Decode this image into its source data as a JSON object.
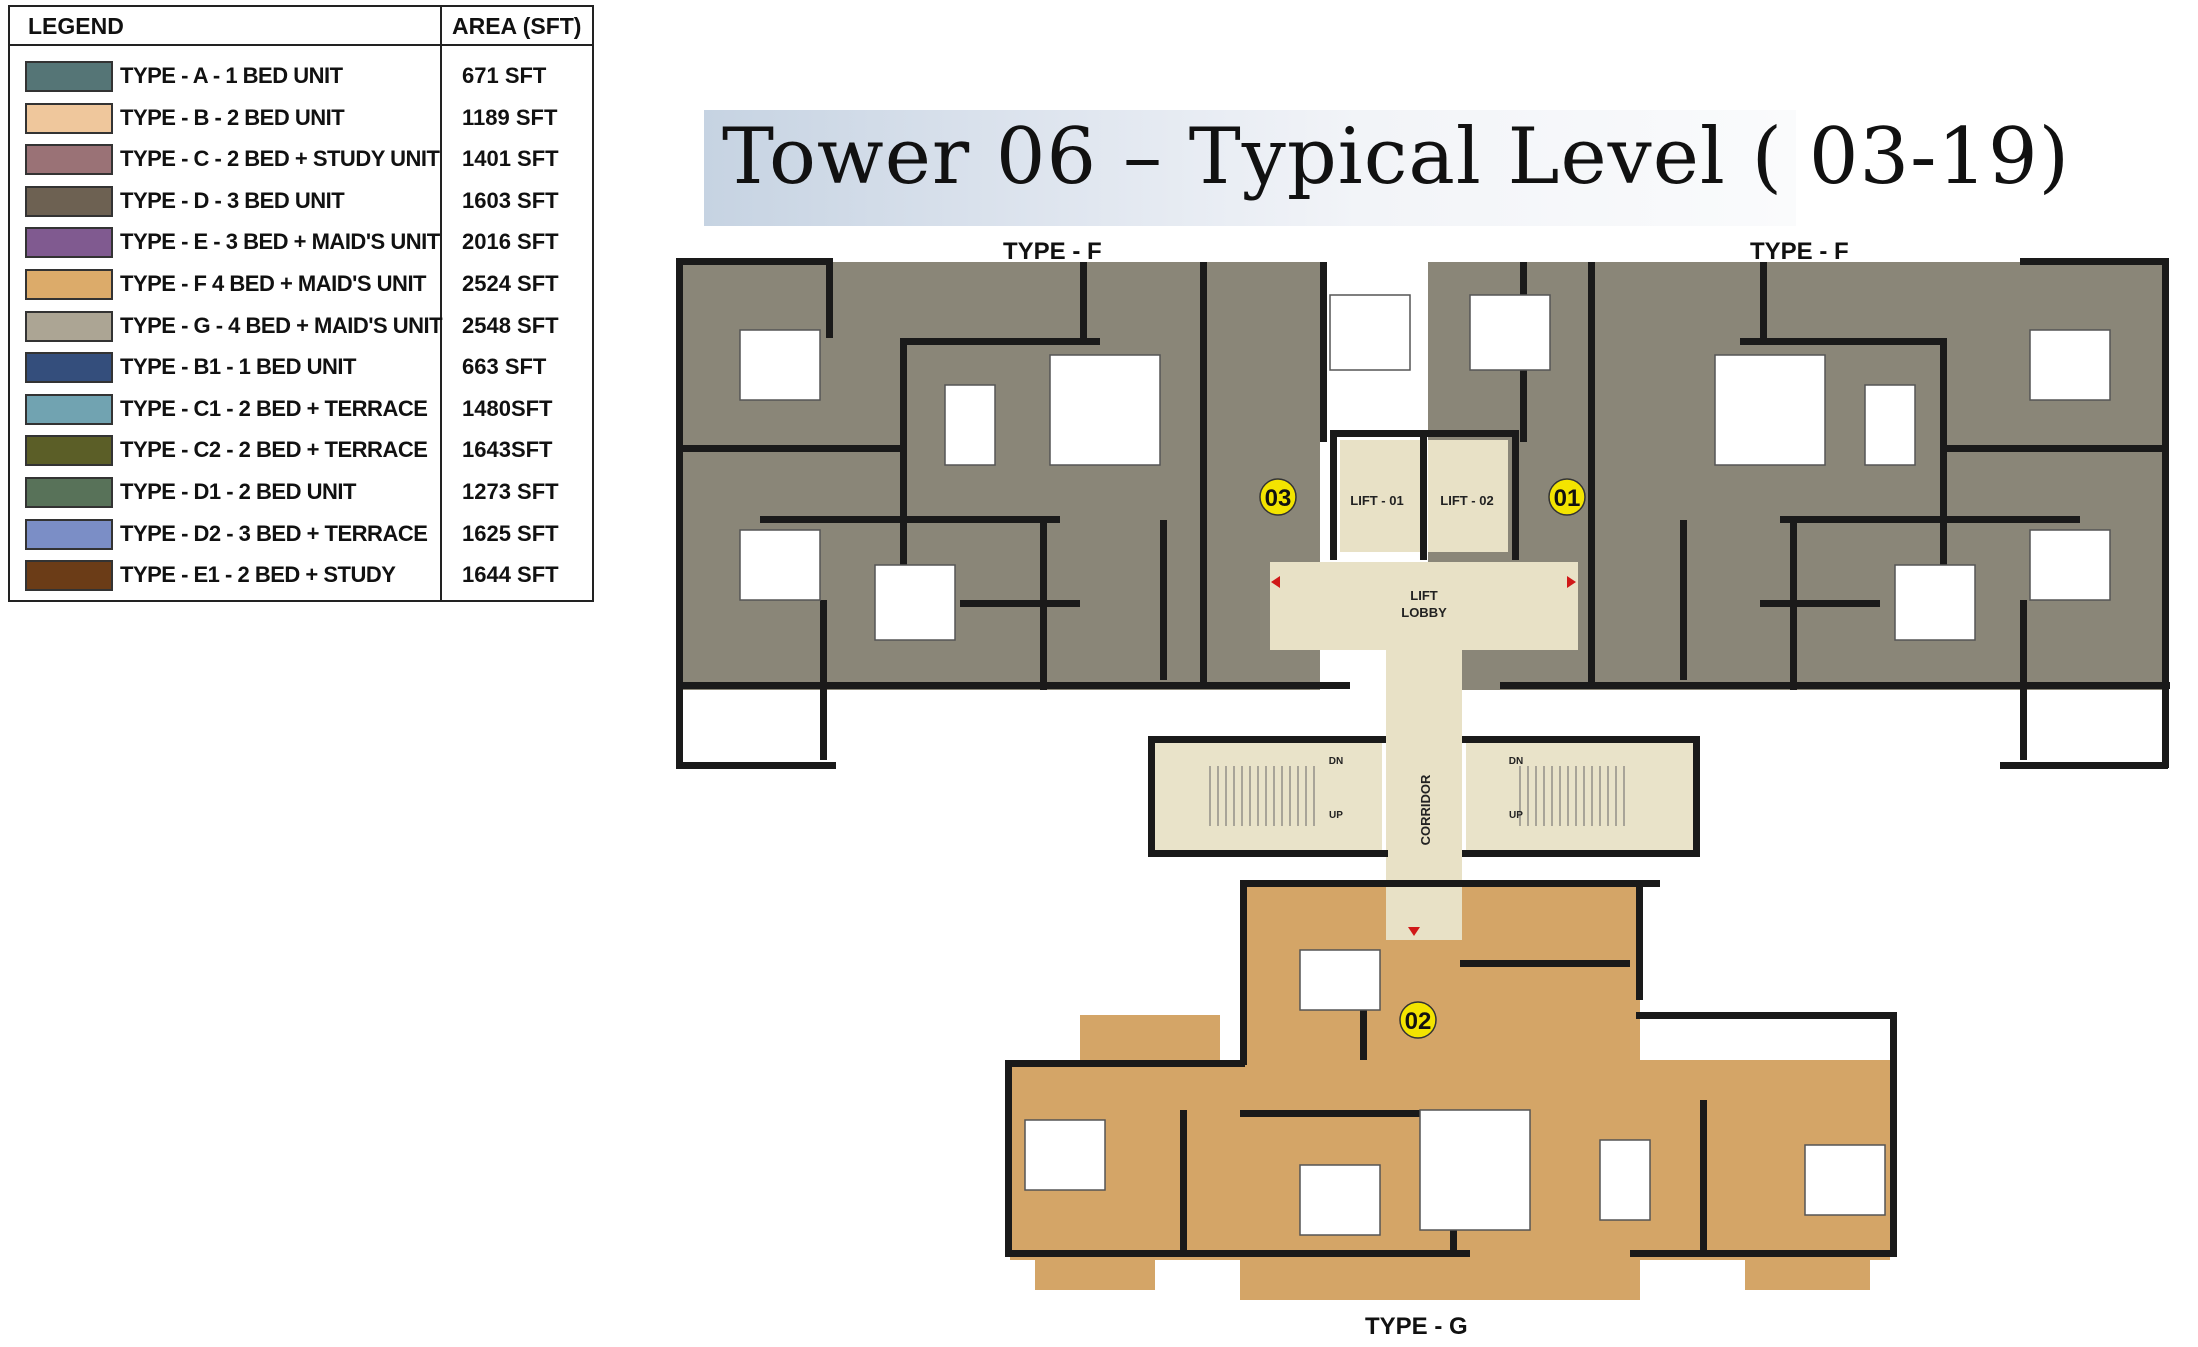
{
  "legend": {
    "header_name": "LEGEND",
    "header_area": "AREA (SFT)",
    "rows": [
      {
        "name": "TYPE - A - 1 BED UNIT",
        "area": "671 SFT",
        "color": "#557576"
      },
      {
        "name": "TYPE - B - 2 BED UNIT",
        "area": "1189 SFT",
        "color": "#efc79c"
      },
      {
        "name": "TYPE - C - 2 BED + STUDY UNIT",
        "area": "1401 SFT",
        "color": "#9a7276"
      },
      {
        "name": "TYPE - D - 3 BED UNIT",
        "area": "1603 SFT",
        "color": "#6d6152"
      },
      {
        "name": "TYPE - E - 3 BED + MAID'S UNIT",
        "area": "2016 SFT",
        "color": "#805a90"
      },
      {
        "name": "TYPE - F  4 BED + MAID'S UNIT",
        "area": "2524 SFT",
        "color": "#dcab6a"
      },
      {
        "name": "TYPE - G - 4 BED + MAID'S UNIT",
        "area": "2548 SFT",
        "color": "#aca594"
      },
      {
        "name": "TYPE - B1 - 1 BED UNIT",
        "area": "663 SFT",
        "color": "#344e7c"
      },
      {
        "name": "TYPE - C1 - 2 BED + TERRACE",
        "area": "1480SFT",
        "color": "#71a3b1"
      },
      {
        "name": "TYPE - C2 - 2 BED + TERRACE",
        "area": "1643SFT",
        "color": "#5b5e27"
      },
      {
        "name": "TYPE - D1 - 2 BED UNIT",
        "area": "1273 SFT",
        "color": "#587259"
      },
      {
        "name": "TYPE - D2 - 3 BED + TERRACE",
        "area": "1625 SFT",
        "color": "#7b8ec6"
      },
      {
        "name": "TYPE - E1 - 2 BED + STUDY",
        "area": "1644 SFT",
        "color": "#6b3c17"
      }
    ]
  },
  "title": "Tower 06  –  Typical Level ( 03-19)",
  "plan": {
    "type_f_left": "TYPE - F",
    "type_f_right": "TYPE - F",
    "type_g": "TYPE - G",
    "unit_03": "03",
    "unit_01": "01",
    "unit_02": "02",
    "lift_01": "LIFT - 01",
    "lift_02": "LIFT - 02",
    "lift_lobby_1": "LIFT",
    "lift_lobby_2": "LOBBY",
    "corridor": "CORRIDOR",
    "dn": "DN",
    "up": "UP",
    "colors": {
      "type_f": "#8a8678",
      "type_g": "#d4a567",
      "lobby": "#e8e1c6",
      "stair": "#e9e3c9",
      "wall": "#1a1a1a",
      "marker": "#f3e400"
    }
  }
}
